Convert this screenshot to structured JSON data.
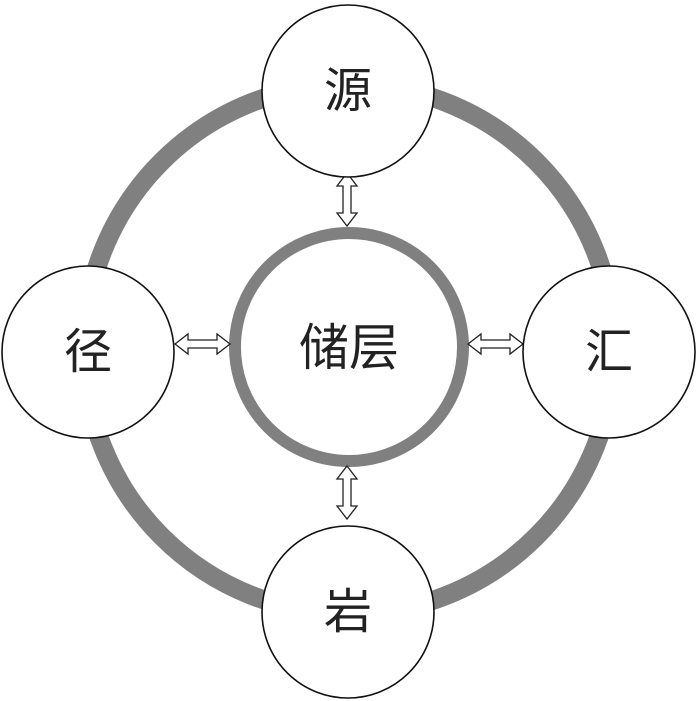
{
  "diagram": {
    "center": {
      "label": "储层"
    },
    "nodes": {
      "top": {
        "label": "源"
      },
      "right": {
        "label": "汇"
      },
      "bottom": {
        "label": "岩"
      },
      "left": {
        "label": "径"
      }
    },
    "colors": {
      "ring": "#808080",
      "node_stroke": "#111111",
      "text": "#222222",
      "background": "#ffffff"
    }
  }
}
